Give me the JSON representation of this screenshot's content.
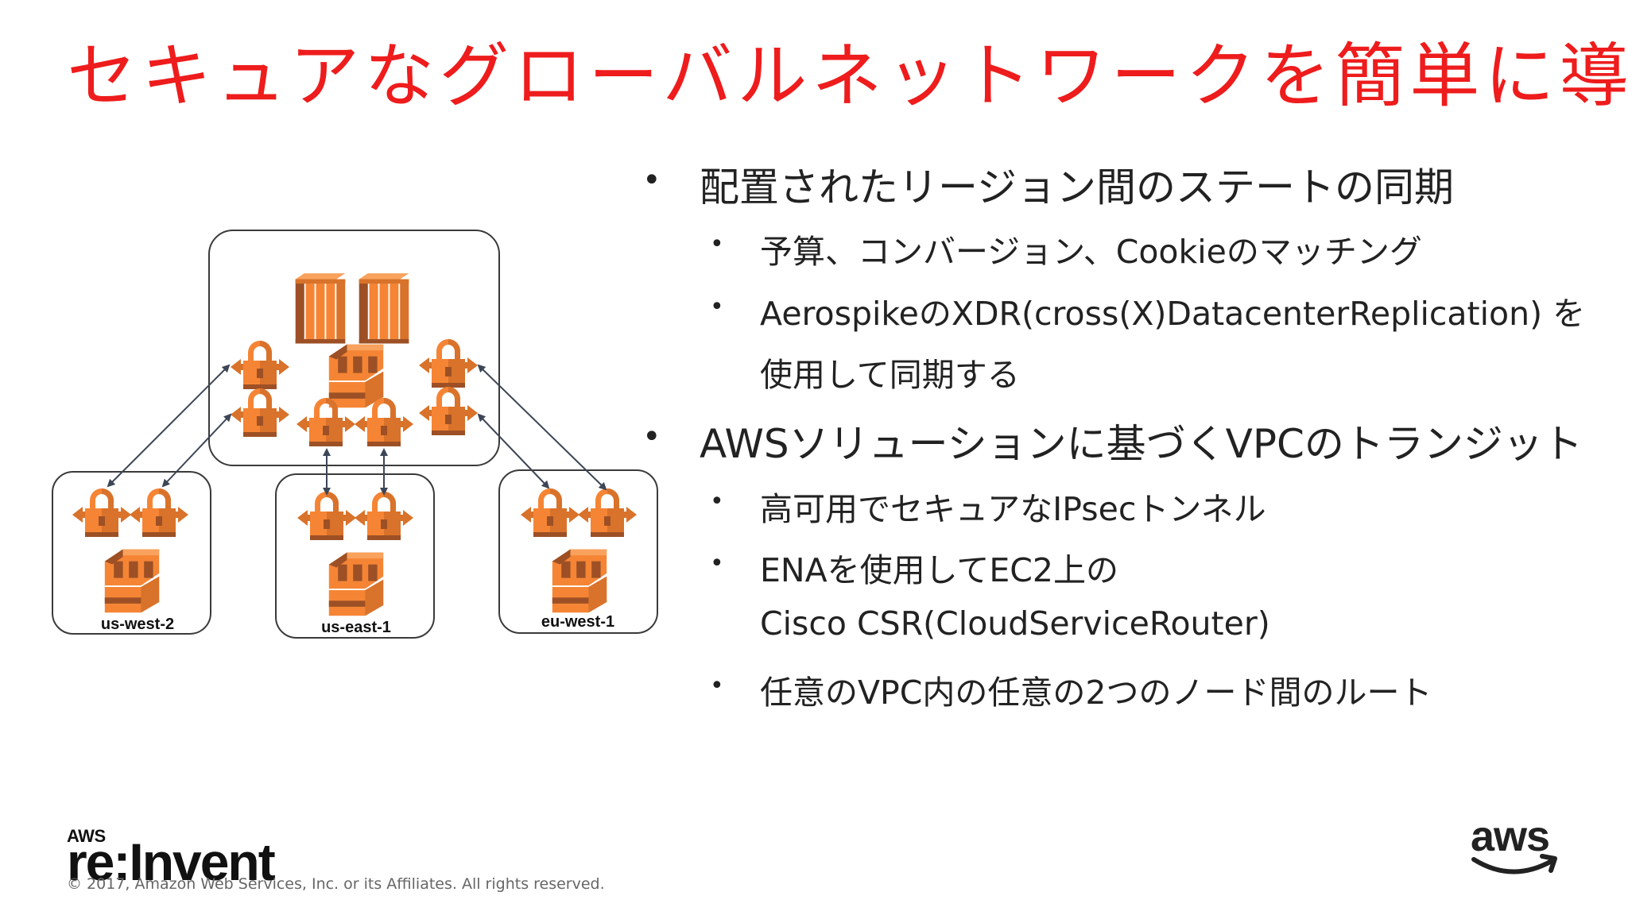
{
  "title": "セキュアなグローバルネットワークを簡単に導入",
  "diagram": {
    "regions": [
      "us-west-2",
      "us-east-1",
      "eu-west-1"
    ]
  },
  "bullets": [
    {
      "text": "配置されたリージョン間のステートの同期",
      "sub": [
        "予算、コンバージョン、Cookieのマッチング",
        "AerospikeのXDR(cross(X)DatacenterReplication) を",
        "使用して同期する"
      ]
    },
    {
      "text": "AWSソリューションに基づくVPCのトランジット",
      "sub": [
        "高可用でセキュアなIPsecトンネル",
        "ENAを使用してEC2上の",
        "Cisco CSR(CloudServiceRouter)",
        "任意のVPC内の任意の2つのノード間のルート"
      ]
    }
  ],
  "bullet_char": "•",
  "footer": {
    "reinvent_aws": "AWS",
    "reinvent_main": "re:Invent",
    "copyright": "© 2017, Amazon Web Services, Inc. or its Affiliates. All rights reserved.",
    "aws_logo_text": "aws"
  },
  "colors": {
    "title": "#ee1c1c",
    "icon_orange": "#f58535",
    "icon_dark": "#9d5025",
    "icon_mid": "#d9722a",
    "arrow": "#3d4656",
    "amazon_smile": "#222222"
  },
  "icons": {
    "instance": "ec2-instance-icon",
    "vpn": "vpn-gateway-icon",
    "router": "router-icon"
  }
}
